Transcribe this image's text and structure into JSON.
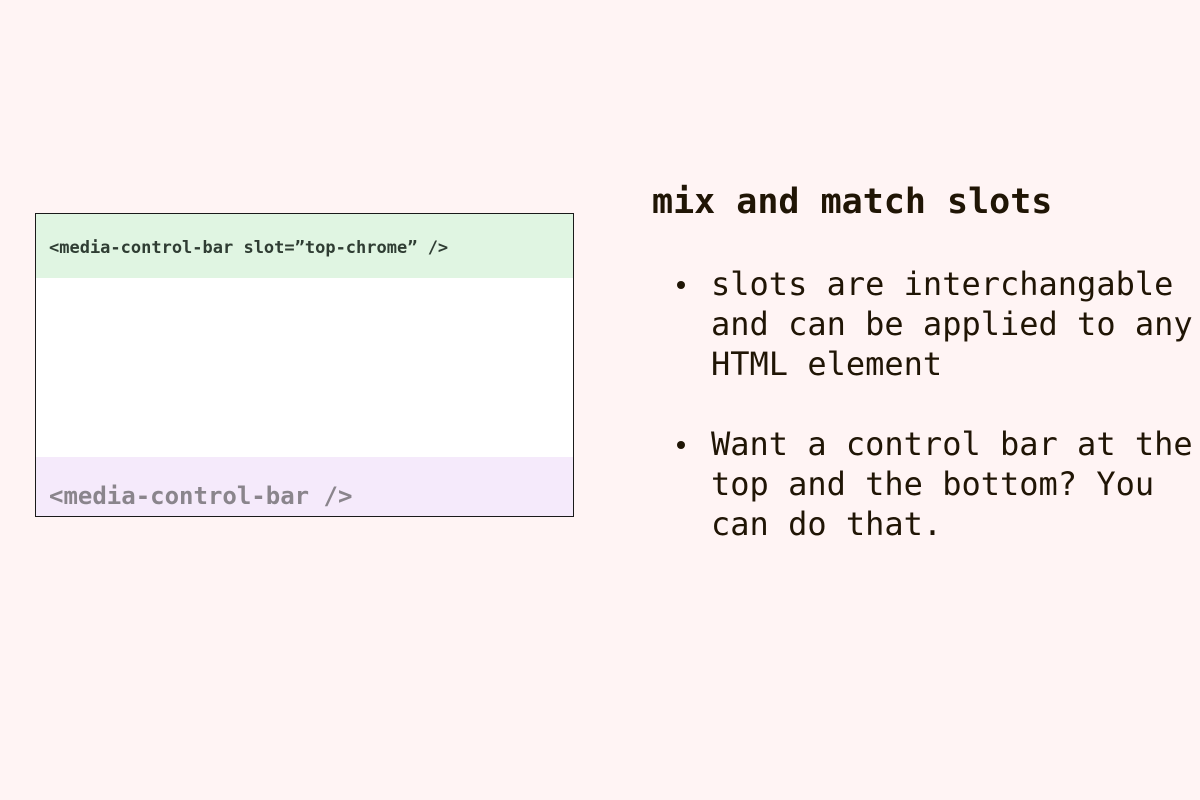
{
  "player_diagram": {
    "top_bar_label": "<media-control-bar slot=”top-chrome” />",
    "bottom_bar_label": "<media-control-bar />",
    "colors": {
      "background": "#fff4f4",
      "top_bar": "#e0f5e2",
      "video_area": "#ffffff",
      "bottom_bar": "#f5eafb",
      "border": "#1a1a1a"
    }
  },
  "content": {
    "title": "mix and match slots",
    "bullets": [
      {
        "text": "slots are interchangable and can be applied to any HTML element"
      },
      {
        "text": "Want a control bar at the top and the bottom? You can do that."
      }
    ]
  }
}
